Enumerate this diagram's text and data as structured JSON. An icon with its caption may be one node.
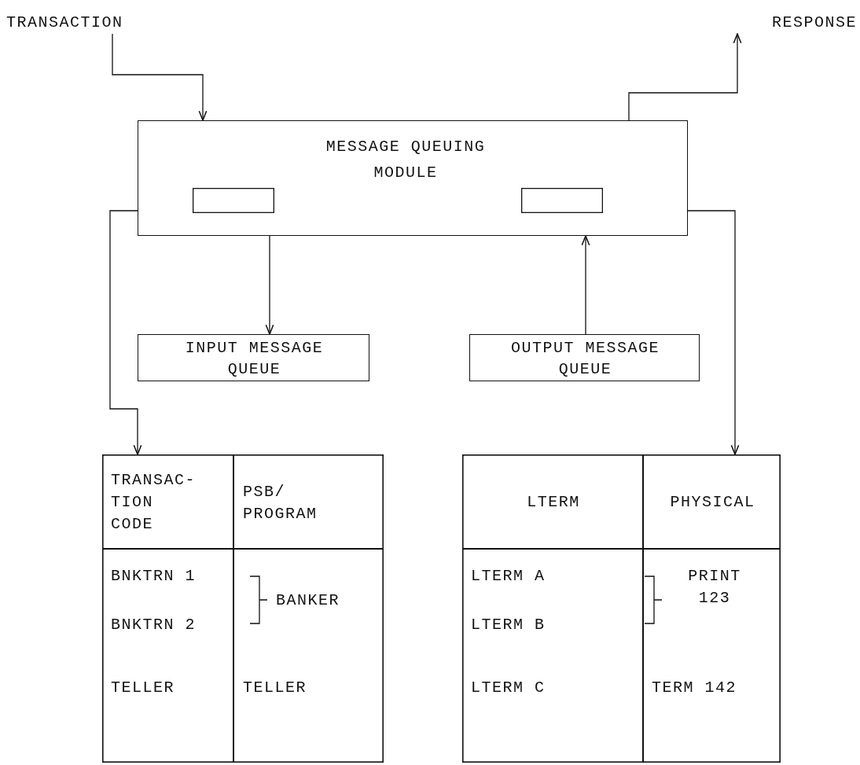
{
  "diagram": {
    "nodes": [
      {
        "text": [
          "TRANSACTION"
        ]
      },
      {
        "text": [
          "RESPONSE"
        ]
      },
      {
        "text": [
          "MESSAGE QUEUING MODULE"
        ]
      },
      {
        "text": [],
        "shape": "box",
        "in": 2
      },
      {
        "text": [],
        "shape": "box",
        "in": 2
      },
      {
        "text": [
          "INPUT MESSAGE QUEUE"
        ]
      },
      {
        "text": [
          "OUTPUT MESSAGE QUEUE"
        ]
      },
      {
        "text": [],
        "shape": "table"
      },
      {
        "text": [
          "TRANSAC- TION CODE"
        ],
        "in": 7
      },
      {
        "text": [
          "PSB/ PROGRAM"
        ],
        "in": 7
      },
      {
        "text": [
          "BNKTRN 1",
          "BNKTRN 2",
          "TELLER"
        ],
        "in": 7
      },
      {
        "text": [
          "BANKER",
          "TELLER"
        ],
        "in": 7
      },
      {
        "text": [],
        "shape": "table"
      },
      {
        "text": [
          "LTERM"
        ],
        "in": 12
      },
      {
        "text": [
          "PHYSICAL"
        ],
        "in": 12
      },
      {
        "text": [
          "LTERM A",
          "LTERM B",
          "LTERM C"
        ],
        "in": 12
      },
      {
        "text": [
          "PRINT 123",
          "TERM 142"
        ],
        "in": 12
      }
    ],
    "edges": [
      {
        "from": 0,
        "to": 2,
        "arrow": "to"
      },
      {
        "from": 2,
        "to": 1,
        "arrow": "to"
      },
      {
        "from": 2,
        "to": 5,
        "arrow": "to"
      },
      {
        "from": 6,
        "to": 2,
        "arrow": "to"
      },
      {
        "from": 2,
        "to": 7,
        "arrow": "to"
      },
      {
        "from": 2,
        "to": 12,
        "arrow": "to"
      }
    ]
  }
}
